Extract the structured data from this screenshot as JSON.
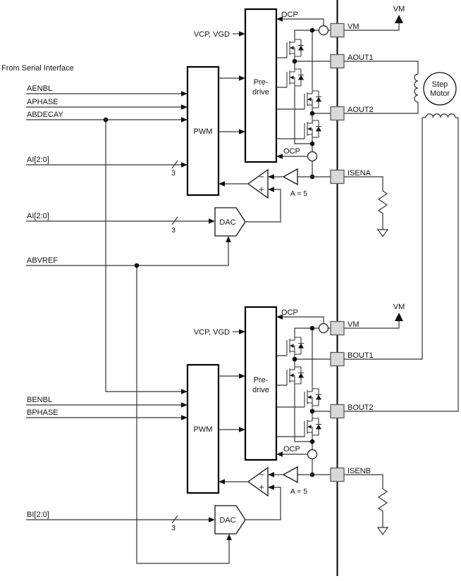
{
  "note": "From Serial Interface",
  "shared": {
    "pwm": "PWM",
    "predrive_l1": "Pre-",
    "predrive_l2": "drive",
    "dac": "DAC",
    "vcp_vgd": "VCP, VGD",
    "ocp": "OCP",
    "vm": "VM",
    "gain": "A = 5",
    "bus_width": "3",
    "minus": "−",
    "plus": "+"
  },
  "channel_a": {
    "enbl": "AENBL",
    "phase": "APHASE",
    "decay": "ABDECAY",
    "current_bus": "AI[2:0]",
    "vref": "ABVREF",
    "vm_pin": "VM",
    "out1": "AOUT1",
    "out2": "AOUT2",
    "isen": "ISENA"
  },
  "channel_b": {
    "enbl": "BENBL",
    "phase": "BPHASE",
    "current_bus": "BI[2:0]",
    "vm_pin": "VM",
    "out1": "BOUT1",
    "out2": "BOUT2",
    "isen": "ISENB"
  },
  "motor": {
    "l1": "Step",
    "l2": "Motor"
  }
}
